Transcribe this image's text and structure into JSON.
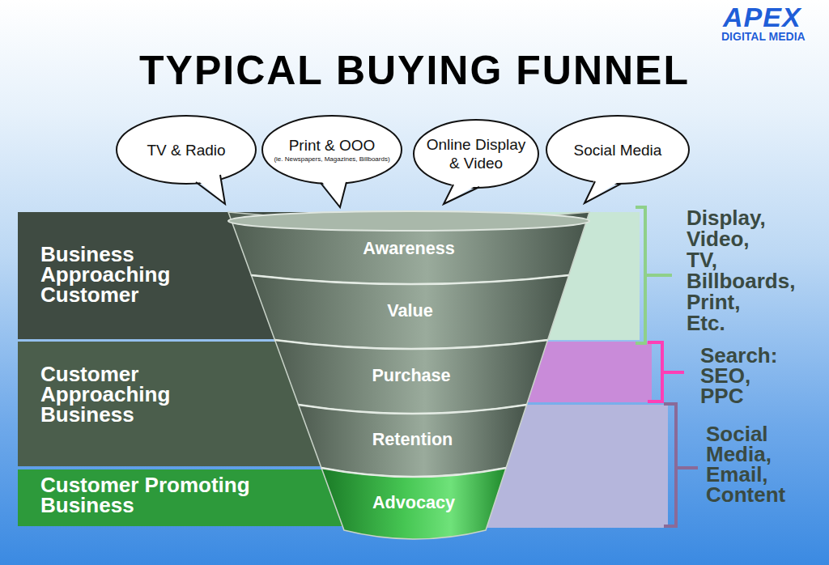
{
  "diagram": {
    "title": "TYPICAL BUYING FUNNEL",
    "nodes": [
      {
        "text": [
          "TV & Radio"
        ]
      },
      {
        "text": [
          "Print & OOO",
          "(ie. Newspapers, Magazines, Billboards)"
        ]
      },
      {
        "text": [
          "Online Display & Video"
        ]
      },
      {
        "text": [
          "Social Media"
        ]
      },
      {
        "text": [
          "Business Approaching Customer"
        ]
      },
      {
        "text": [
          "Customer Approaching Business"
        ]
      },
      {
        "text": [
          "Customer Promoting Business"
        ]
      },
      {
        "text": [
          "Awareness"
        ]
      },
      {
        "text": [
          "Value"
        ]
      },
      {
        "text": [
          "Purchase"
        ]
      },
      {
        "text": [
          "Retention"
        ]
      },
      {
        "text": [
          "Advocacy"
        ]
      }
    ],
    "labels": [
      "APEX",
      "DIGITAL MEDIA",
      "Display, Video, TV, Billboards, Print, Etc.",
      "Search: SEO, PPC",
      "Social Media, Email, Content"
    ]
  }
}
